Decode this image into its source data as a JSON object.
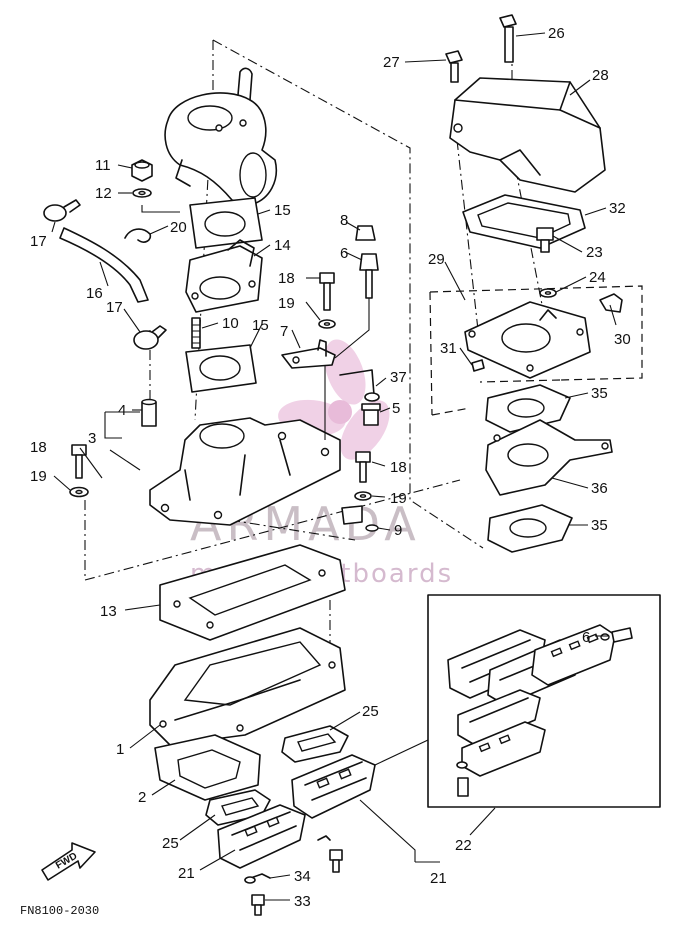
{
  "figure_code": "FN8100-2030",
  "fwd_label": "FWD",
  "watermark": {
    "brand": "ARMADA",
    "tagline": "marine outboards"
  },
  "callouts": {
    "c1": "1",
    "c2": "2",
    "c3": "3",
    "c4": "4",
    "c5": "5",
    "c6": "6",
    "c6b": "6",
    "c7": "7",
    "c8": "8",
    "c9": "9",
    "c10": "10",
    "c11": "11",
    "c12": "12",
    "c13": "13",
    "c14": "14",
    "c15a": "15",
    "c15b": "15",
    "c16": "16",
    "c17a": "17",
    "c17b": "17",
    "c18a": "18",
    "c18b": "18",
    "c18c": "18",
    "c19a": "19",
    "c19b": "19",
    "c19c": "19",
    "c20": "20",
    "c21a": "21",
    "c21b": "21",
    "c22": "22",
    "c23": "23",
    "c24": "24",
    "c25a": "25",
    "c25b": "25",
    "c26": "26",
    "c27": "27",
    "c28": "28",
    "c29": "29",
    "c30": "30",
    "c31": "31",
    "c32": "32",
    "c33": "33",
    "c34": "34",
    "c35a": "35",
    "c35b": "35",
    "c36": "36",
    "c37": "37"
  }
}
